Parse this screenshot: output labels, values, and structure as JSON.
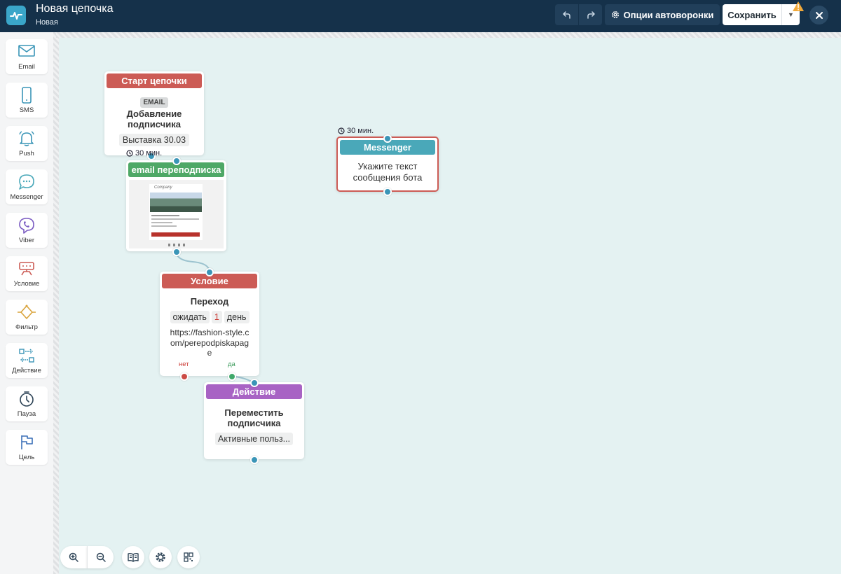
{
  "header": {
    "title": "Новая цепочка",
    "subtitle": "Новая",
    "options_label": "Опции автоворонки",
    "save_label": "Сохранить"
  },
  "sidebar": {
    "items": [
      {
        "label": "Email",
        "icon": "envelope-icon"
      },
      {
        "label": "SMS",
        "icon": "phone-icon"
      },
      {
        "label": "Push",
        "icon": "bell-icon"
      },
      {
        "label": "Messenger",
        "icon": "chat-icon"
      },
      {
        "label": "Viber",
        "icon": "viber-icon"
      },
      {
        "label": "Условие",
        "icon": "condition-icon"
      },
      {
        "label": "Фильтр",
        "icon": "filter-icon"
      },
      {
        "label": "Действие",
        "icon": "action-icon"
      },
      {
        "label": "Пауза",
        "icon": "clock-icon"
      },
      {
        "label": "Цель",
        "icon": "flag-icon"
      }
    ]
  },
  "nodes": {
    "start": {
      "header": "Старт цепочки",
      "badge": "EMAIL",
      "title": "Добавление подписчика",
      "list": "Выставка 30.03",
      "timer": "30 мин."
    },
    "email": {
      "header": "email переподписка",
      "preview_brand": "Company"
    },
    "condition": {
      "header": "Условие",
      "title": "Переход",
      "wait_label": "ожидать",
      "wait_value": "1",
      "wait_unit": "день",
      "url": "https://fashion-style.com/perepodpiskapage",
      "no_label": "нет",
      "yes_label": "да"
    },
    "action": {
      "header": "Действие",
      "title": "Переместить подписчика",
      "target": "Активные польз..."
    },
    "messenger": {
      "header": "Messenger",
      "text": "Укажите текст сообщения бота",
      "timer": "30 мин."
    }
  },
  "colors": {
    "header_bg": "#15314a",
    "canvas_bg": "#e4f2f2",
    "start": "#cc5b55",
    "email": "#4ea866",
    "condition": "#cc5b55",
    "action": "#a863c4",
    "messenger": "#4aa8b9",
    "port": "#3a95b7"
  }
}
